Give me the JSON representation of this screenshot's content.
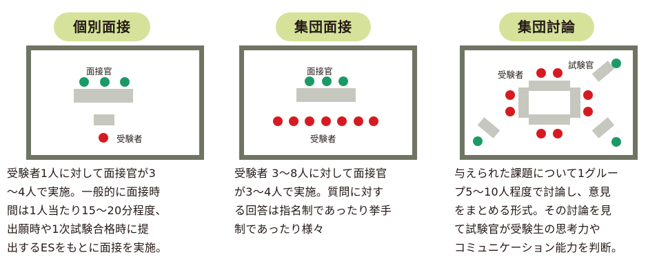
{
  "colors": {
    "title_bg": "#d6e29a",
    "frame_border": "#6f7463",
    "table": "#c6c8bf",
    "interviewer_dot": "#1c9a66",
    "applicant_dot": "#d71a21"
  },
  "panels": [
    {
      "title": "個別面接",
      "interviewer_label": "面接官",
      "applicant_label": "受験者",
      "description": "受験者1人に対して面接官が3\n〜4人で実施。一般的に面接時\n間は1人当たり15〜20分程度、\n出願時や1次試験合格時に提\n出するESをもとに面接を実施。"
    },
    {
      "title": "集団面接",
      "interviewer_label": "面接官",
      "applicant_label": "受験者",
      "description": "受験者 3〜8人に対して面接官\nが3〜4人で実施。質問に対す\nる回答は指名制であったり挙手\n制であったり様々"
    },
    {
      "title": "集団討論",
      "examiner_label": "試験官",
      "applicant_label": "受験者",
      "description": "与えられた課題について1グルー\nプ5〜10人程度で討論し、意見\nをまとめる形式。その討論を見\nて試験官が受験生の思考力や\nコミュニケーション能力を判断。"
    }
  ]
}
